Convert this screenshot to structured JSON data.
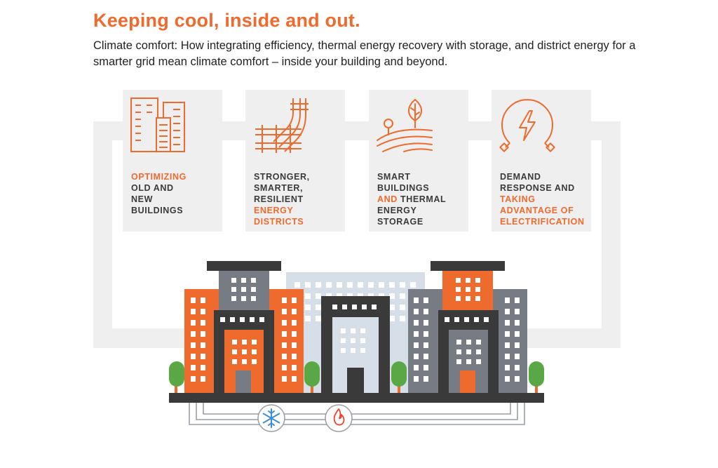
{
  "title": "Keeping cool, inside and out.",
  "subtitle": "Climate comfort: How integrating efficiency, thermal energy recovery with storage, and district energy for a smarter grid mean climate comfort – inside your building and beyond.",
  "colors": {
    "orange": "#ee6a2d",
    "dark": "#3a3a3a",
    "gray": "#767b84",
    "light_blue": "#d6dfe8",
    "panel": "#efeff0",
    "green": "#5aa746",
    "snow_blue": "#3b8fd4"
  },
  "cards": [
    {
      "icon": "buildings-icon",
      "lines": [
        {
          "text": "OPTIMIZING",
          "hl": true
        },
        {
          "text": "OLD AND",
          "hl": false
        },
        {
          "text": "NEW",
          "hl": false
        },
        {
          "text": "BUILDINGS",
          "hl": false
        }
      ]
    },
    {
      "icon": "pipes-icon",
      "lines": [
        {
          "text": "STRONGER,",
          "hl": false
        },
        {
          "text": "SMARTER,",
          "hl": false
        },
        {
          "text": "RESILIENT",
          "hl": false
        },
        {
          "text": "ENERGY",
          "hl": true
        },
        {
          "text": "DISTRICTS",
          "hl": true
        }
      ]
    },
    {
      "icon": "leaf-field-icon",
      "lines": [
        {
          "text": "SMART",
          "hl": false
        },
        {
          "text": "BUILDINGS",
          "hl": false
        },
        {
          "text": "AND",
          "hl": true,
          "rest": " THERMAL"
        },
        {
          "text": "ENERGY",
          "hl": false
        },
        {
          "text": "STORAGE",
          "hl": false
        }
      ]
    },
    {
      "icon": "electric-plug-icon",
      "lines": [
        {
          "text": "DEMAND",
          "hl": false
        },
        {
          "text": "RESPONSE AND",
          "hl": false
        },
        {
          "text": "TAKING",
          "hl": true
        },
        {
          "text": "ADVANTAGE OF",
          "hl": true
        },
        {
          "text": "ELECTRIFICATION",
          "hl": true
        }
      ]
    }
  ],
  "utilities": [
    {
      "icon": "snowflake-icon"
    },
    {
      "icon": "flame-icon"
    }
  ]
}
